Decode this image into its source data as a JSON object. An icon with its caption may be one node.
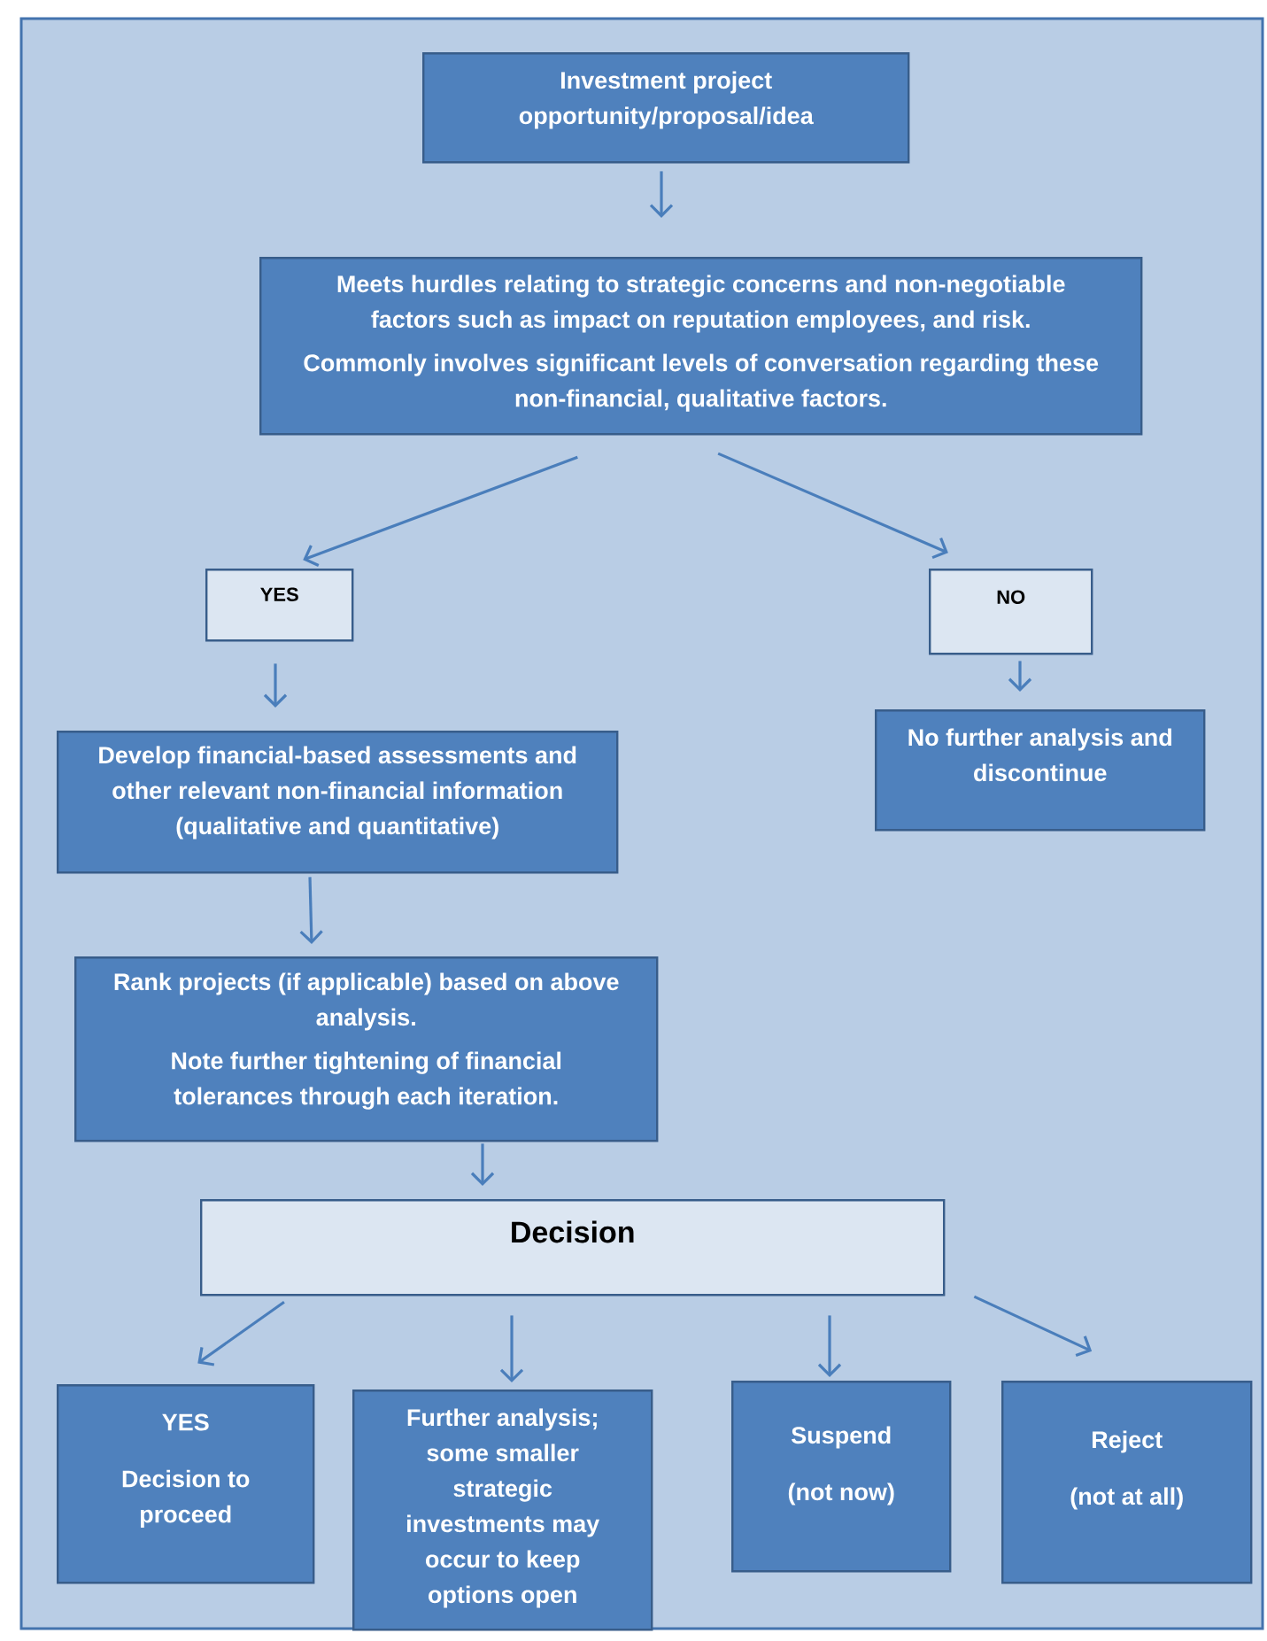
{
  "diagram": {
    "nodes": [
      {
        "text": [
          "Investment project opportunity/proposal/idea"
        ]
      },
      {
        "text": [
          "Meets hurdles relating to strategic concerns and non-negotiable factors such as impact on reputation employees, and risk.",
          "Commonly involves significant levels of conversation regarding these non-financial, qualitative factors."
        ]
      },
      {
        "text": [
          "YES"
        ]
      },
      {
        "text": [
          "NO"
        ]
      },
      {
        "text": [
          "Develop financial-based assessments and other relevant non-financial information (qualitative and quantitative)"
        ]
      },
      {
        "text": [
          "No further analysis and discontinue"
        ]
      },
      {
        "text": [
          "Rank projects (if applicable) based on above analysis.",
          "Note further tightening of financial tolerances through each iteration."
        ]
      },
      {
        "text": [
          "Decision"
        ]
      },
      {
        "text": [
          "YES",
          "Decision to proceed"
        ]
      },
      {
        "text": [
          "Further analysis; some smaller strategic investments may occur to keep options open"
        ]
      },
      {
        "text": [
          "Suspend",
          "(not now)"
        ]
      },
      {
        "text": [
          "Reject",
          "(not at all)"
        ]
      }
    ],
    "edges": [
      {
        "from": 0,
        "to": 1,
        "arrow": "to"
      },
      {
        "from": 1,
        "to": 2,
        "arrow": "to"
      },
      {
        "from": 1,
        "to": 3,
        "arrow": "to"
      },
      {
        "from": 2,
        "to": 4,
        "arrow": "to"
      },
      {
        "from": 3,
        "to": 5,
        "arrow": "to"
      },
      {
        "from": 4,
        "to": 6,
        "arrow": "to"
      },
      {
        "from": 6,
        "to": 7,
        "arrow": "to"
      },
      {
        "from": 7,
        "to": 8,
        "arrow": "to"
      },
      {
        "from": 7,
        "to": 9,
        "arrow": "to"
      },
      {
        "from": 7,
        "to": 10,
        "arrow": "to"
      },
      {
        "from": 7,
        "to": 11,
        "arrow": "to"
      }
    ]
  }
}
